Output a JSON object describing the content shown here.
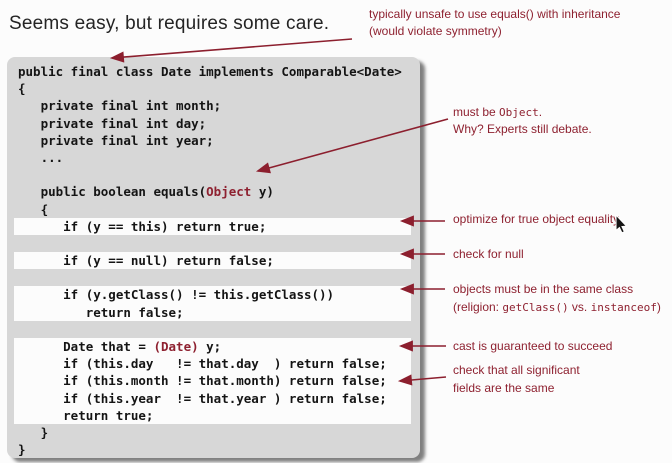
{
  "title": "Seems easy, but requires some care.",
  "colors": {
    "accent_red": "#8e2130",
    "arrow_red": "#8c1f2e",
    "panel_gray": "#d7d7d7",
    "highlight_white": "#fcfcfc",
    "shadow_dark": "#3c3c3c",
    "title_color": "#242424"
  },
  "code": {
    "red_tokens": [
      "Object",
      "(Date)"
    ],
    "lines": [
      {
        "t": "public final class Date implements Comparable<Date>"
      },
      {
        "t": "{"
      },
      {
        "t": "   private final int month;"
      },
      {
        "t": "   private final int day;"
      },
      {
        "t": "   private final int year;"
      },
      {
        "t": "   ..."
      },
      {
        "t": ""
      },
      {
        "t": "   public boolean equals(Object y)"
      },
      {
        "t": "   {"
      },
      {
        "t": "      if (y == this) return true;",
        "hl": true
      },
      {
        "t": ""
      },
      {
        "t": "      if (y == null) return false;",
        "hl": true
      },
      {
        "t": ""
      },
      {
        "t": "      if (y.getClass() != this.getClass())",
        "hl": true
      },
      {
        "t": "         return false;",
        "hl": true
      },
      {
        "t": ""
      },
      {
        "t": "      Date that = (Date) y;",
        "hl": true
      },
      {
        "t": "      if (this.day   != that.day  ) return false;",
        "hl": true
      },
      {
        "t": "      if (this.month != that.month) return false;",
        "hl": true
      },
      {
        "t": "      if (this.year  != that.year ) return false;",
        "hl": true
      },
      {
        "t": "      return true;",
        "hl": true
      },
      {
        "t": "   }"
      },
      {
        "t": "}"
      }
    ]
  },
  "annotations": {
    "inheritance_l1": "typically unsafe to use equals() with inheritance",
    "inheritance_l2": "(would violate symmetry)",
    "object_pre": "must be ",
    "object_code": "Object",
    "object_post": ".",
    "object_l2": "Why? Experts still debate.",
    "optimize": "optimize for true object equality",
    "null_check": "check for null",
    "same_class_l1": "objects must be in the same class",
    "religion_pre": "(religion: ",
    "religion_code1": "getClass()",
    "religion_mid": " vs. ",
    "religion_code2": "instanceof",
    "religion_post": ")",
    "cast": "cast is guaranteed to succeed",
    "fields_l1": "check that all significant",
    "fields_l2": "fields are the same"
  }
}
